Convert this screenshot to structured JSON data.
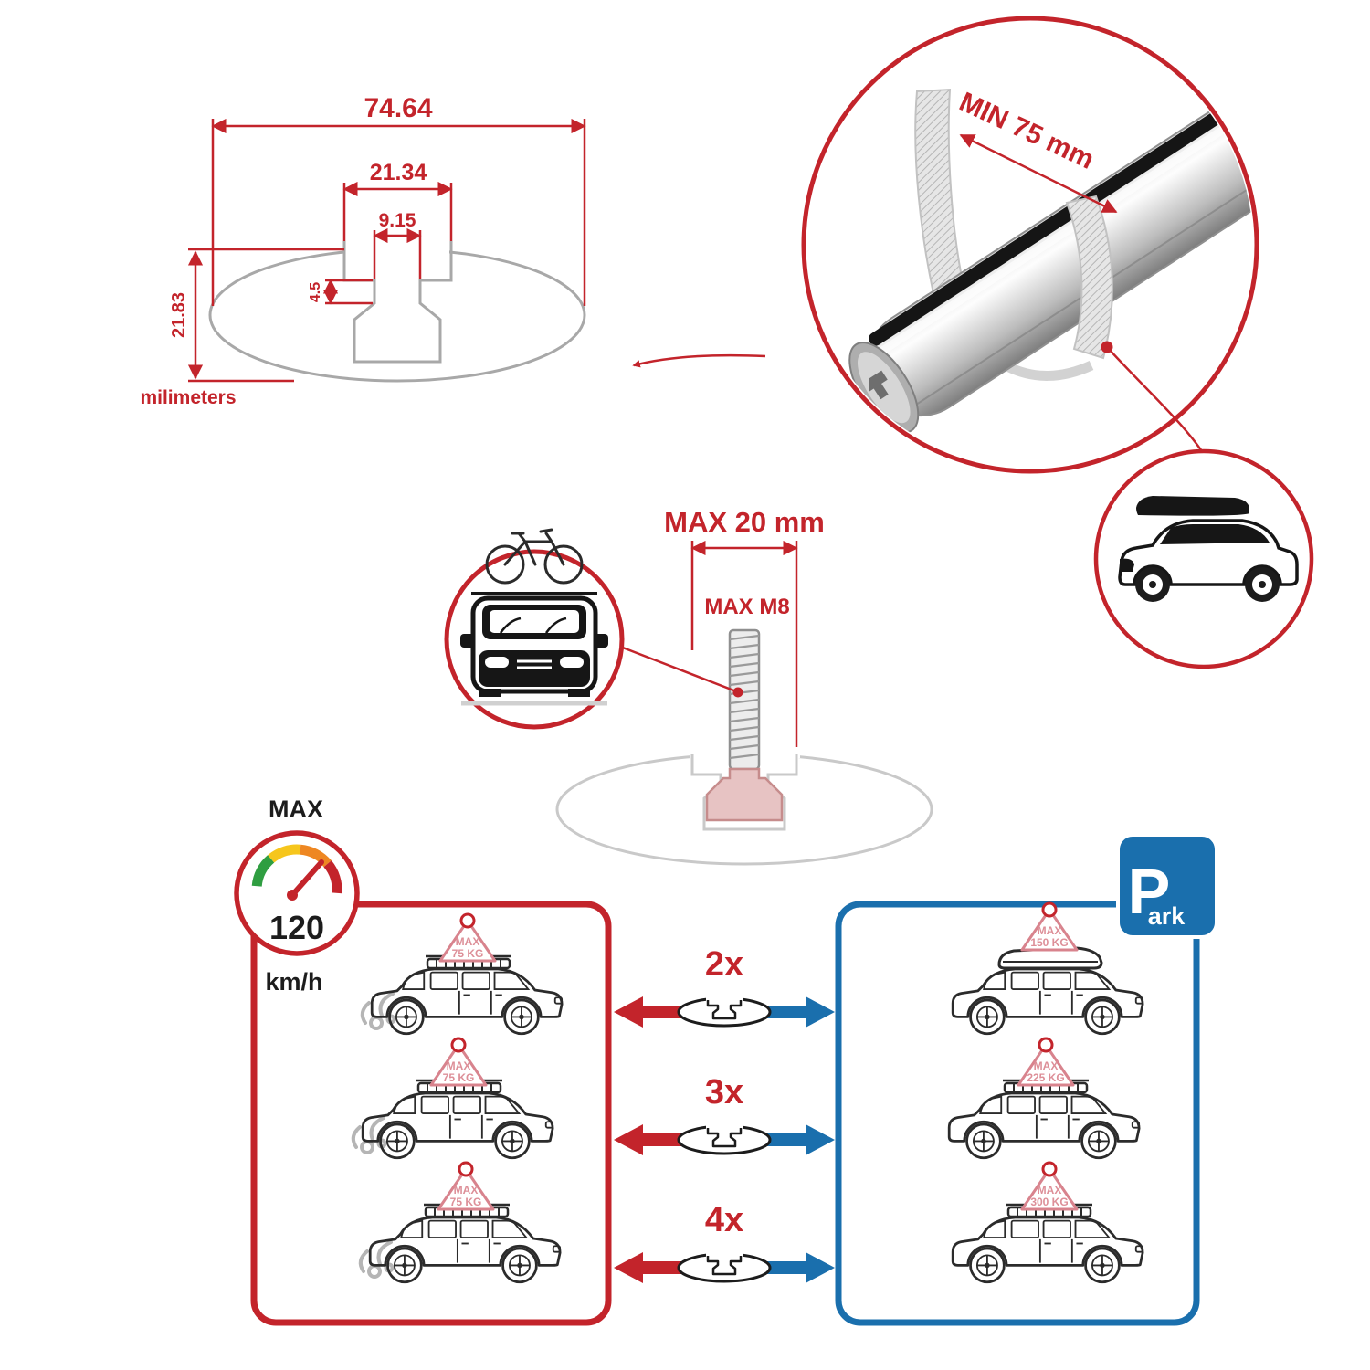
{
  "colors": {
    "accent_red": "#c3242b",
    "accent_blue": "#1a6fad",
    "sign_pink": "#dd8f98",
    "line_black": "#1c1c1c",
    "sketch_gray": "#b3b3b3"
  },
  "cross_section": {
    "total_width": "74.64",
    "channel_width": "21.34",
    "slot_width": "9.15",
    "slot_depth": "4.5",
    "height": "21.83",
    "units": "milimeters"
  },
  "bar_detail": {
    "min_span": "MIN 75 mm"
  },
  "bolt_detail": {
    "max_width": "MAX 20 mm",
    "max_thread": "MAX M8"
  },
  "speed_limit": {
    "label": "MAX",
    "value": "120",
    "unit": "km/h"
  },
  "quantities": [
    {
      "label": "2x"
    },
    {
      "label": "3x"
    },
    {
      "label": "4x"
    }
  ],
  "park_sign": {
    "p": "P",
    "ark": "ark"
  },
  "driving_cars": [
    {
      "sign_line1": "MAX",
      "sign_line2": "75 KG"
    },
    {
      "sign_line1": "MAX",
      "sign_line2": "75 KG"
    },
    {
      "sign_line1": "MAX",
      "sign_line2": "75 KG"
    }
  ],
  "parked_cars": [
    {
      "sign_line1": "MAX",
      "sign_line2": "150 KG"
    },
    {
      "sign_line1": "MAX",
      "sign_line2": "225 KG"
    },
    {
      "sign_line1": "MAX",
      "sign_line2": "300 KG"
    }
  ]
}
